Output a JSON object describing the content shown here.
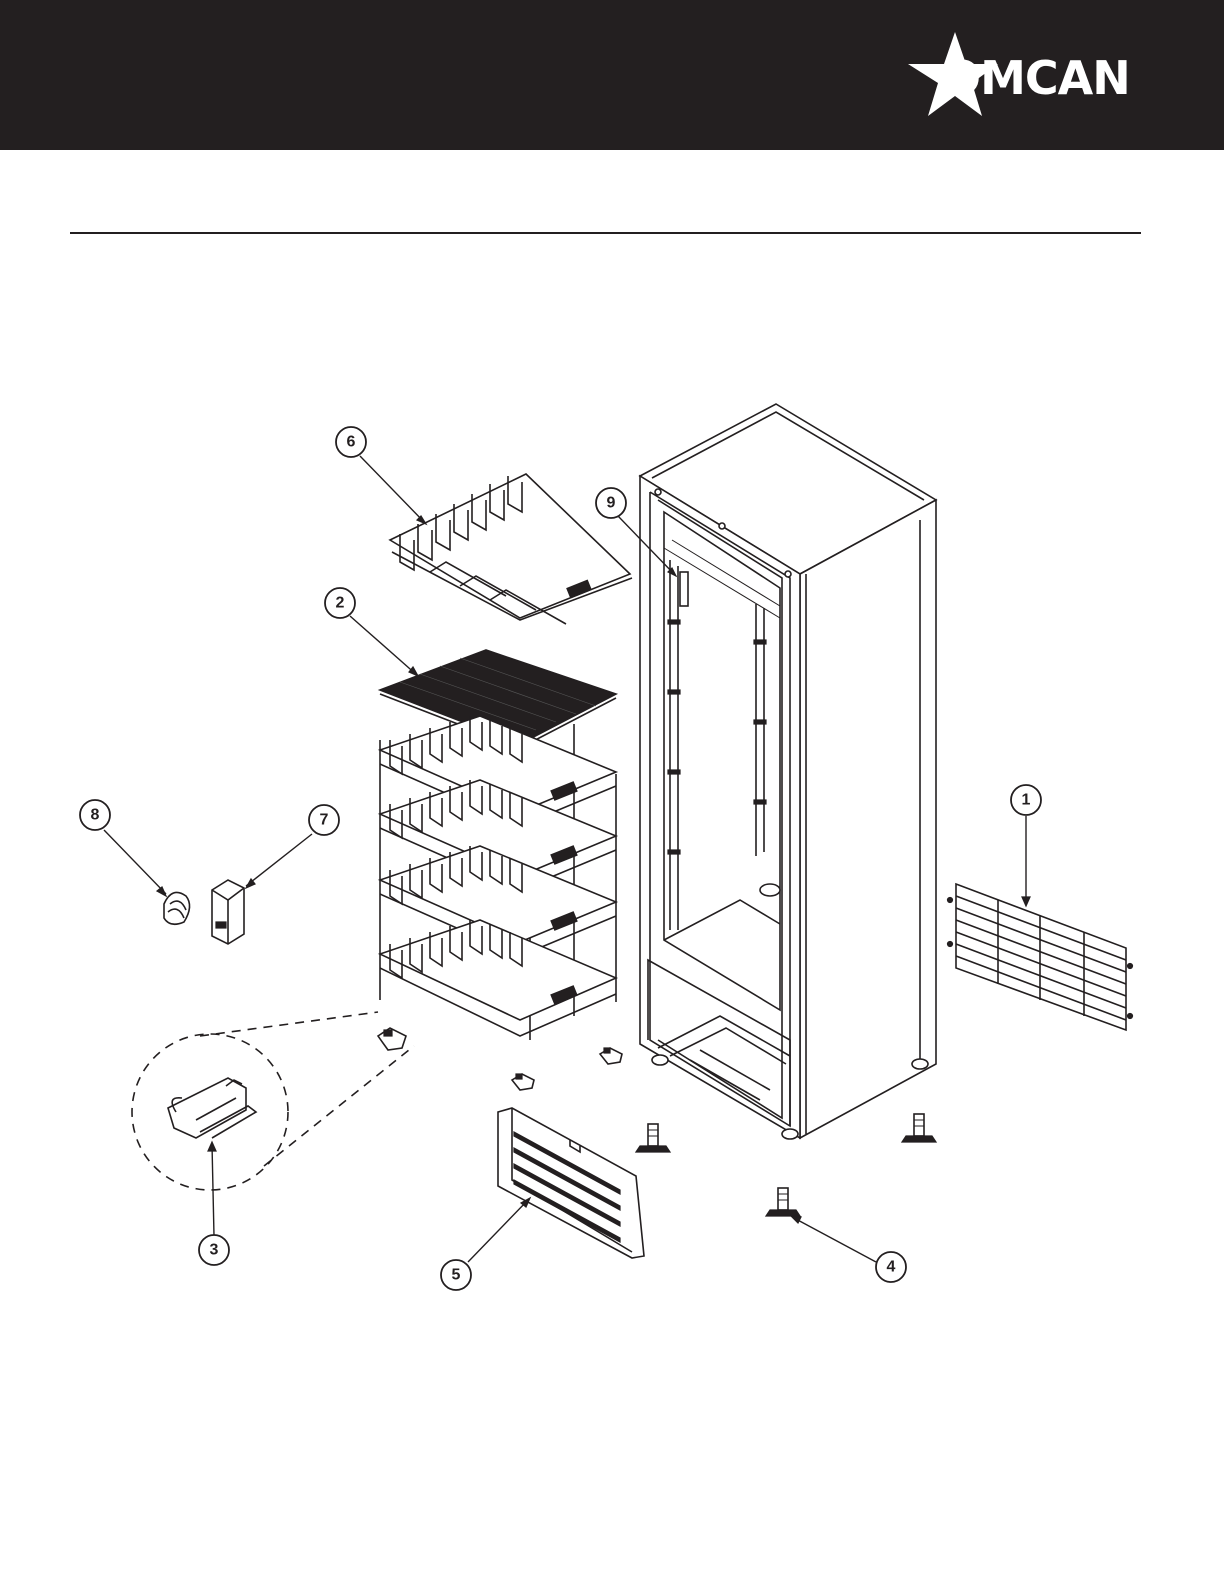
{
  "brand": {
    "name": "OMCAN",
    "logo_icon": "star-icon",
    "header_color": "#231f20"
  },
  "callouts": [
    {
      "id": "callout-1",
      "label": "1"
    },
    {
      "id": "callout-2",
      "label": "2"
    },
    {
      "id": "callout-3",
      "label": "3"
    },
    {
      "id": "callout-4",
      "label": "4"
    },
    {
      "id": "callout-5",
      "label": "5"
    },
    {
      "id": "callout-6",
      "label": "6"
    },
    {
      "id": "callout-7",
      "label": "7"
    },
    {
      "id": "callout-8",
      "label": "8"
    },
    {
      "id": "callout-9",
      "label": "9"
    }
  ]
}
